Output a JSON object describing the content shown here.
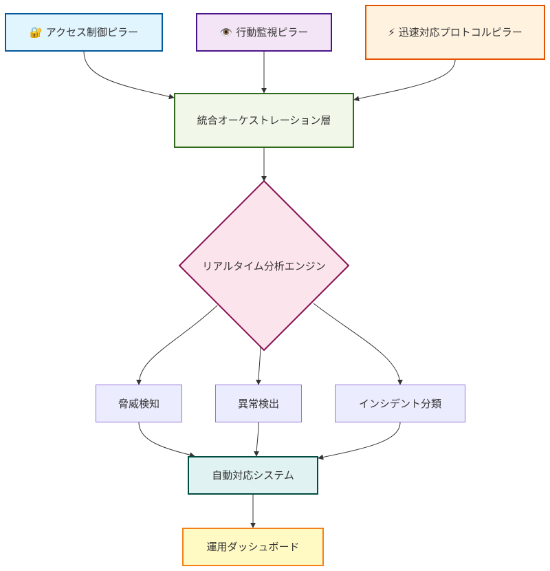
{
  "diagram": {
    "nodes": {
      "access": {
        "icon": "lock-with-key-icon",
        "glyph": "🔐",
        "label": "アクセス制御ピラー"
      },
      "monitor": {
        "icon": "eye-icon",
        "glyph": "👁️",
        "label": "行動監視ピラー"
      },
      "rapid": {
        "icon": "lightning-icon",
        "glyph": "⚡",
        "label": "迅速対応プロトコルピラー"
      },
      "orchestration": {
        "label": "統合オーケストレーション層"
      },
      "engine": {
        "label": "リアルタイム分析エンジン"
      },
      "threat": {
        "label": "脅威検知"
      },
      "anomaly": {
        "label": "異常検出"
      },
      "incident": {
        "label": "インシデント分類"
      },
      "auto": {
        "label": "自動対応システム"
      },
      "dashboard": {
        "label": "運用ダッシュボード"
      }
    },
    "colors": {
      "edge": "#333333",
      "engine_fill": "#fce4ec",
      "engine_stroke": "#880e4f"
    }
  }
}
